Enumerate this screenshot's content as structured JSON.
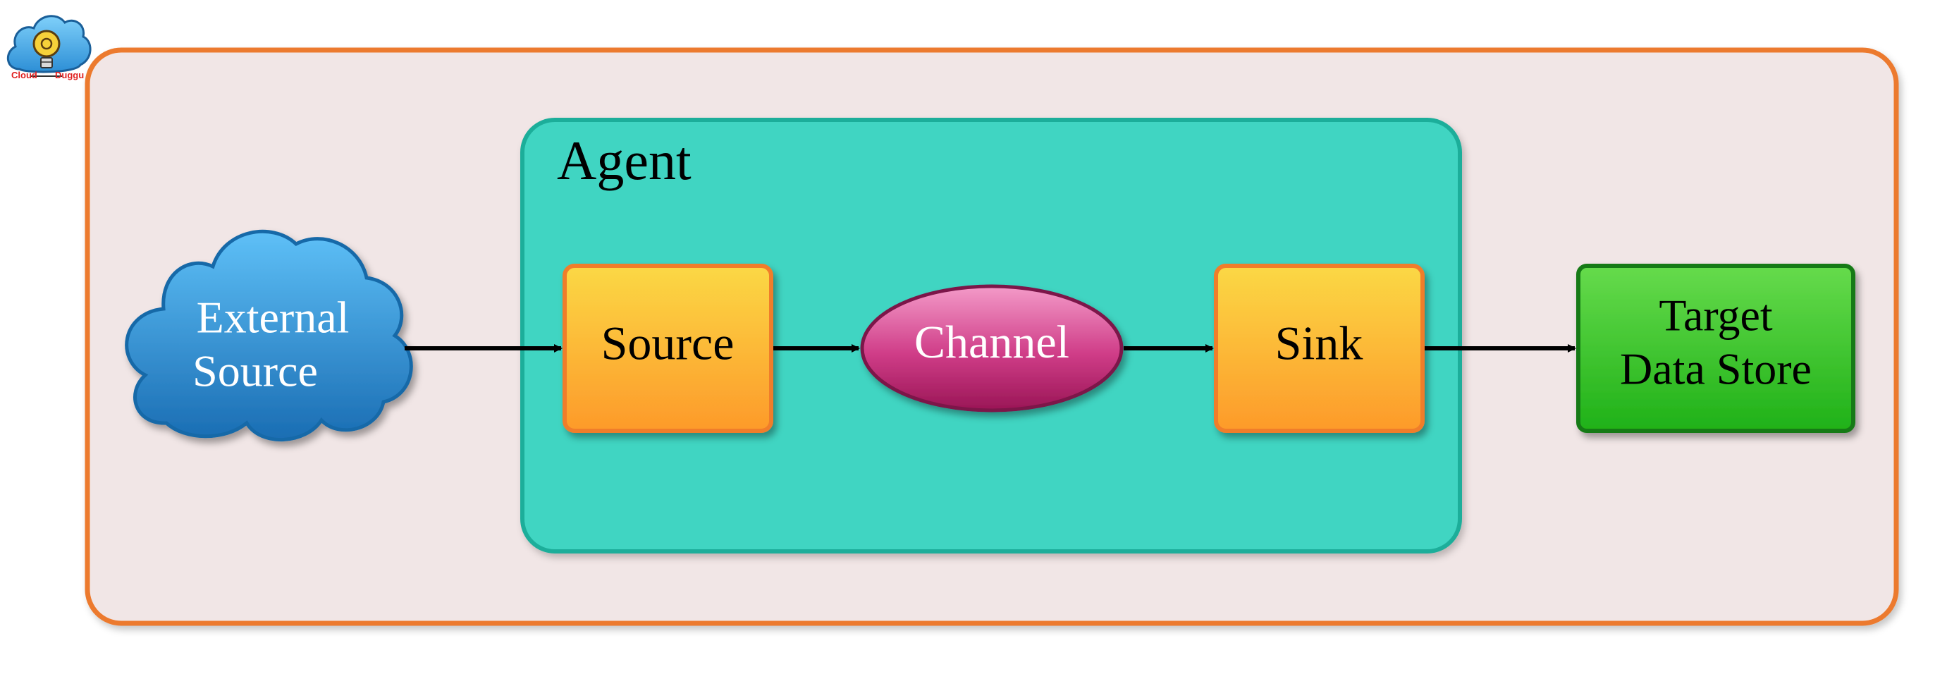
{
  "logo": {
    "left_text": "Cloud",
    "right_text": "Duggu"
  },
  "diagram": {
    "agent_label": "Agent",
    "external_source": {
      "line1": "External",
      "line2": "Source"
    },
    "source": {
      "label": "Source"
    },
    "channel": {
      "label": "Channel"
    },
    "sink": {
      "label": "Sink"
    },
    "target": {
      "line1": "Target",
      "line2": "Data Store"
    }
  },
  "colors": {
    "outer_border": "#ec7a2f",
    "outer_fill": "#f1e6e6",
    "agent_fill": "#40d5c2",
    "agent_border": "#1fae9a",
    "box_orange_top": "#fbd845",
    "box_orange_bottom": "#fd9a2a",
    "box_orange_border": "#f07d2a",
    "channel_top": "#f08ec0",
    "channel_bottom": "#a31a5c",
    "channel_border": "#7b1448",
    "cloud_top": "#5bbcf5",
    "cloud_bottom": "#1a6fb6",
    "cloud_border": "#1769a8",
    "target_top": "#62d84a",
    "target_bottom": "#22b41a",
    "target_border": "#137a14",
    "arrow": "#000000"
  }
}
